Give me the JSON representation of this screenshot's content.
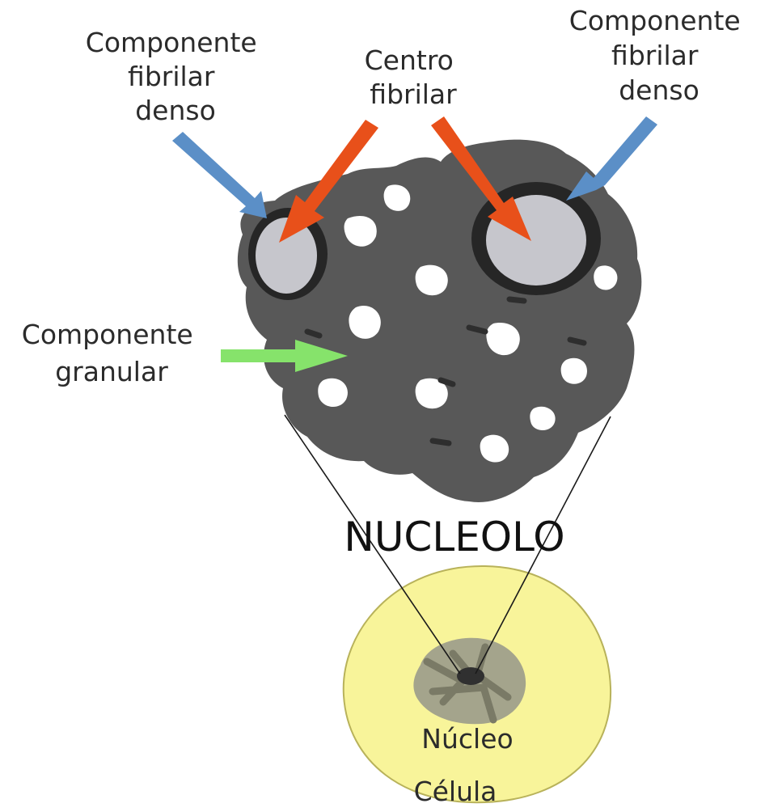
{
  "labels": {
    "left_dfc": [
      "Componente",
      "fibrilar",
      "denso"
    ],
    "fibrillar_center": [
      "Centro",
      "fibrilar"
    ],
    "right_dfc": [
      "Componente",
      "fibrilar",
      "denso"
    ],
    "granular": [
      "Componente",
      "granular"
    ],
    "nucleolus": "NUCLEOLO",
    "nucleus": "Núcleo",
    "cell": "Célula"
  },
  "colors": {
    "granular_component": "#585858",
    "dense_fibrillar_rim": "#262626",
    "fibrillar_center_fill": "#c6c6cc",
    "arrow_dense_fibrillar": "#5b8fc7",
    "arrow_fibrillar_center": "#e8501a",
    "arrow_granular": "#86e36b",
    "cell_fill": "#f8f49a",
    "nucleus_fill": "#a4a48c"
  }
}
